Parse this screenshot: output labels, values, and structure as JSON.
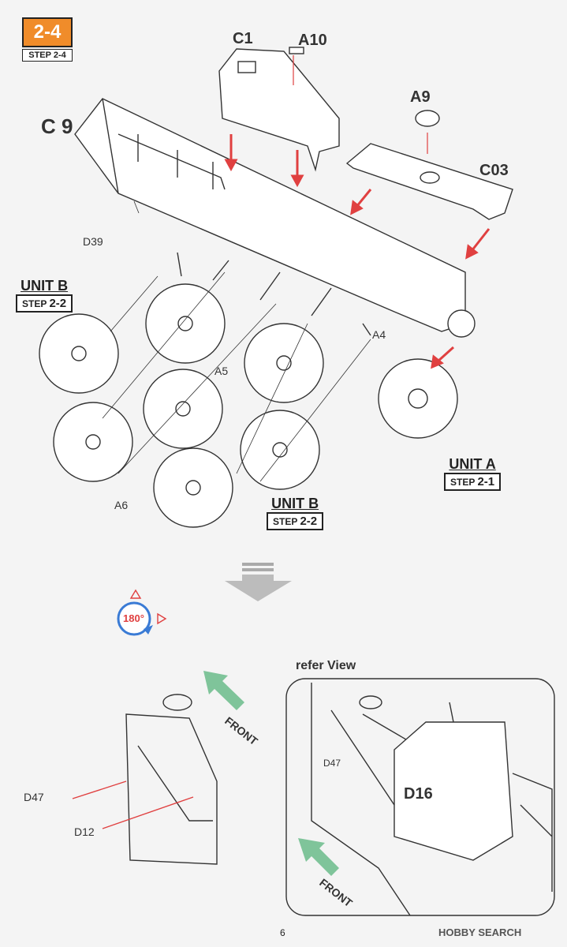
{
  "step": {
    "number": "2-4",
    "label": "STEP 2-4"
  },
  "parts": {
    "c1": "C1",
    "a10": "A10",
    "a9": "A9",
    "c9": "C 9",
    "c03": "C03",
    "d39": "D39",
    "a4": "A4",
    "a5": "A5",
    "a6": "A6",
    "d47": "D47",
    "d12": "D12",
    "d16": "D16",
    "d47_ref": "D47"
  },
  "units": {
    "unit_b_top": {
      "name": "UNIT B",
      "step": "2-2"
    },
    "unit_a": {
      "name": "UNIT A",
      "step": "2-1"
    },
    "unit_b_bottom": {
      "name": "UNIT B",
      "step": "2-2"
    }
  },
  "step_word": "STEP",
  "rotation": "180°",
  "refer_view": "refer View",
  "front_label": "FRONT",
  "page_number": "6",
  "brand": "HOBBY SEARCH",
  "colors": {
    "accent": "#f08c2a",
    "arrow_red": "#e04040",
    "arrow_green": "#7fc49a",
    "rotate_blue": "#3a7bd5"
  }
}
